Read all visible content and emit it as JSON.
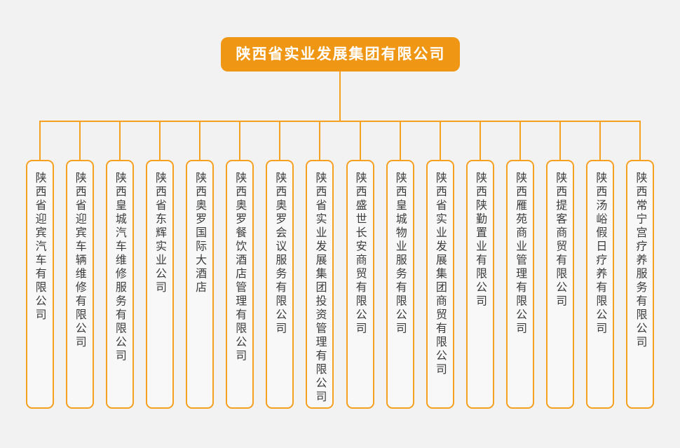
{
  "org_chart": {
    "root": "陕西省实业发展集团有限公司",
    "children": [
      "陕西省迎宾汽车有限公司",
      "陕西省迎宾车辆维修有限公司",
      "陕西皇城汽车维修服务有限公司",
      "陕西省东辉实业公司",
      "陕西奥罗国际大酒店",
      "陕西奥罗餐饮酒店管理有限公司",
      "陕西奥罗会议服务有限公司",
      "陕西省实业发展集团投资管理有限公司",
      "陕西盛世长安商贸有限公司",
      "陕西皇城物业服务有限公司",
      "陕西省实业发展集团商贸有限公司",
      "陕西陕勤置业有限公司",
      "陕西雁苑商业管理有限公司",
      "陕西提客商贸有限公司",
      "陕西汤峪假日疗养有限公司",
      "陕西常宁宫疗养服务有限公司"
    ]
  },
  "colors": {
    "bg": "#f2f2f2",
    "node_bg": "#f8f8f8",
    "accent_fill": "#ef9714",
    "accent_line": "#f5a01e",
    "text": "#3c3c3c",
    "root_text": "#ffffff"
  }
}
